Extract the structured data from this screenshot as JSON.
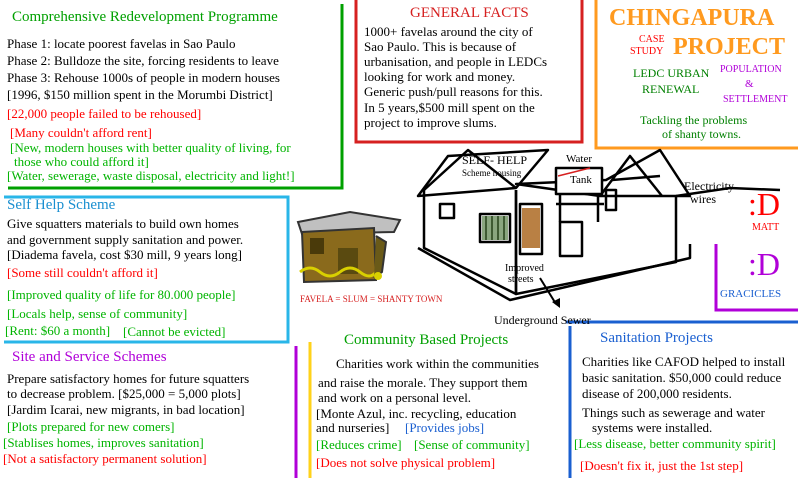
{
  "colors": {
    "green_heading": "#00a000",
    "red": "#ff0000",
    "green": "#00b400",
    "blue": "#1a5fd0",
    "purple": "#b000d8",
    "orange": "#ff9a1f",
    "cyan": "#29b6e8",
    "dark_red": "#d62020",
    "house_brown": "#7b5a20"
  },
  "comprehensive": {
    "heading": "Comprehensive Redevelopment Programme",
    "lines": [
      "Phase 1: locate poorest favelas in Sao Paulo",
      "Phase 2: Bulldoze the site, forcing residents to leave",
      "Phase 3: Rehouse 1000s of people in modern houses",
      "[1996, $150 million spent in the Morumbi District]",
      "[22,000 people failed to be rehoused]",
      "[Many couldn't afford rent]",
      "[New, modern houses with better quality of living, for",
      "those who could afford it]",
      "[Water, sewerage, waste disposal, electricity and light!]"
    ]
  },
  "general": {
    "heading": "GENERAL FACTS",
    "lines": [
      "1000+ favelas around the city of",
      "Sao Paulo. This is because of",
      "urbanisation, and people in LEDCs",
      "looking for work and money.",
      "Generic push/pull reasons for this.",
      "In 5 years,$500 mill spent on the",
      "project to improve slums."
    ]
  },
  "title": {
    "chingapura": "CHINGAPURA",
    "case": "CASE",
    "study": "STUDY",
    "project": "PROJECT",
    "ledc_urban": "LEDC URBAN",
    "renewal": "RENEWAL",
    "population": "POPULATION",
    "amp": "&",
    "settlement": "SETTLEMENT",
    "tagline1": "Tackling the problems",
    "tagline2": "of shanty towns."
  },
  "authors": {
    "smiley": ":D",
    "matt": "MATT",
    "gracicles": "GRACICLES"
  },
  "selfhelp": {
    "heading": "Self Help Scheme",
    "lines": [
      "Give squatters materials to build own homes",
      "and government supply sanitation and power.",
      "[Diadema favela, cost $30 mill, 9 years long]",
      "[Some still couldn't afford it]",
      "[Improved quality of life for 80.000 people]",
      "[Locals help, sense of community]",
      "[Rent: $60 a month]",
      "[Cannot be evicted]"
    ]
  },
  "favela_label": "FAVELA = SLUM = SHANTY TOWN",
  "house": {
    "self_help": "SELF- HELP",
    "scheme_housing": "Scheme housing",
    "water": "Water",
    "tank": "Tank",
    "electricity": "Electricity",
    "wires": "wires",
    "improved": "Improved",
    "streets": "streets",
    "sewer": "Underground Sewer"
  },
  "site": {
    "heading": "Site and Service Schemes",
    "lines": [
      "Prepare satisfactory homes for future squatters",
      "to decrease problem. [$25,000 = 5,000 plots]",
      "[Jardim Icarai, new migrants, in bad location]",
      "[Plots prepared for new comers]",
      "[Stablises homes, improves sanitation]",
      "[Not a satisfactory permanent solution]"
    ]
  },
  "community": {
    "heading": "Community Based Projects",
    "lines": [
      "Charities work within the communities",
      "and raise the morale. They support them",
      "and work on a personal level.",
      "[Monte Azul, inc. recycling, education",
      "and nurseries]",
      "[Provides jobs]",
      "[Reduces crime]",
      "[Sense of community]",
      "[Does not solve physical problem]"
    ]
  },
  "sanitation": {
    "heading": "Sanitation Projects",
    "lines": [
      "Charities like CAFOD helped to install",
      "basic sanitation. $50,000 could reduce",
      "disease of 200,000 residents.",
      "Things such as sewerage and water",
      "systems were installed.",
      "[Less disease, better community spirit]",
      "[Doesn't fix it, just the 1st step]"
    ]
  }
}
